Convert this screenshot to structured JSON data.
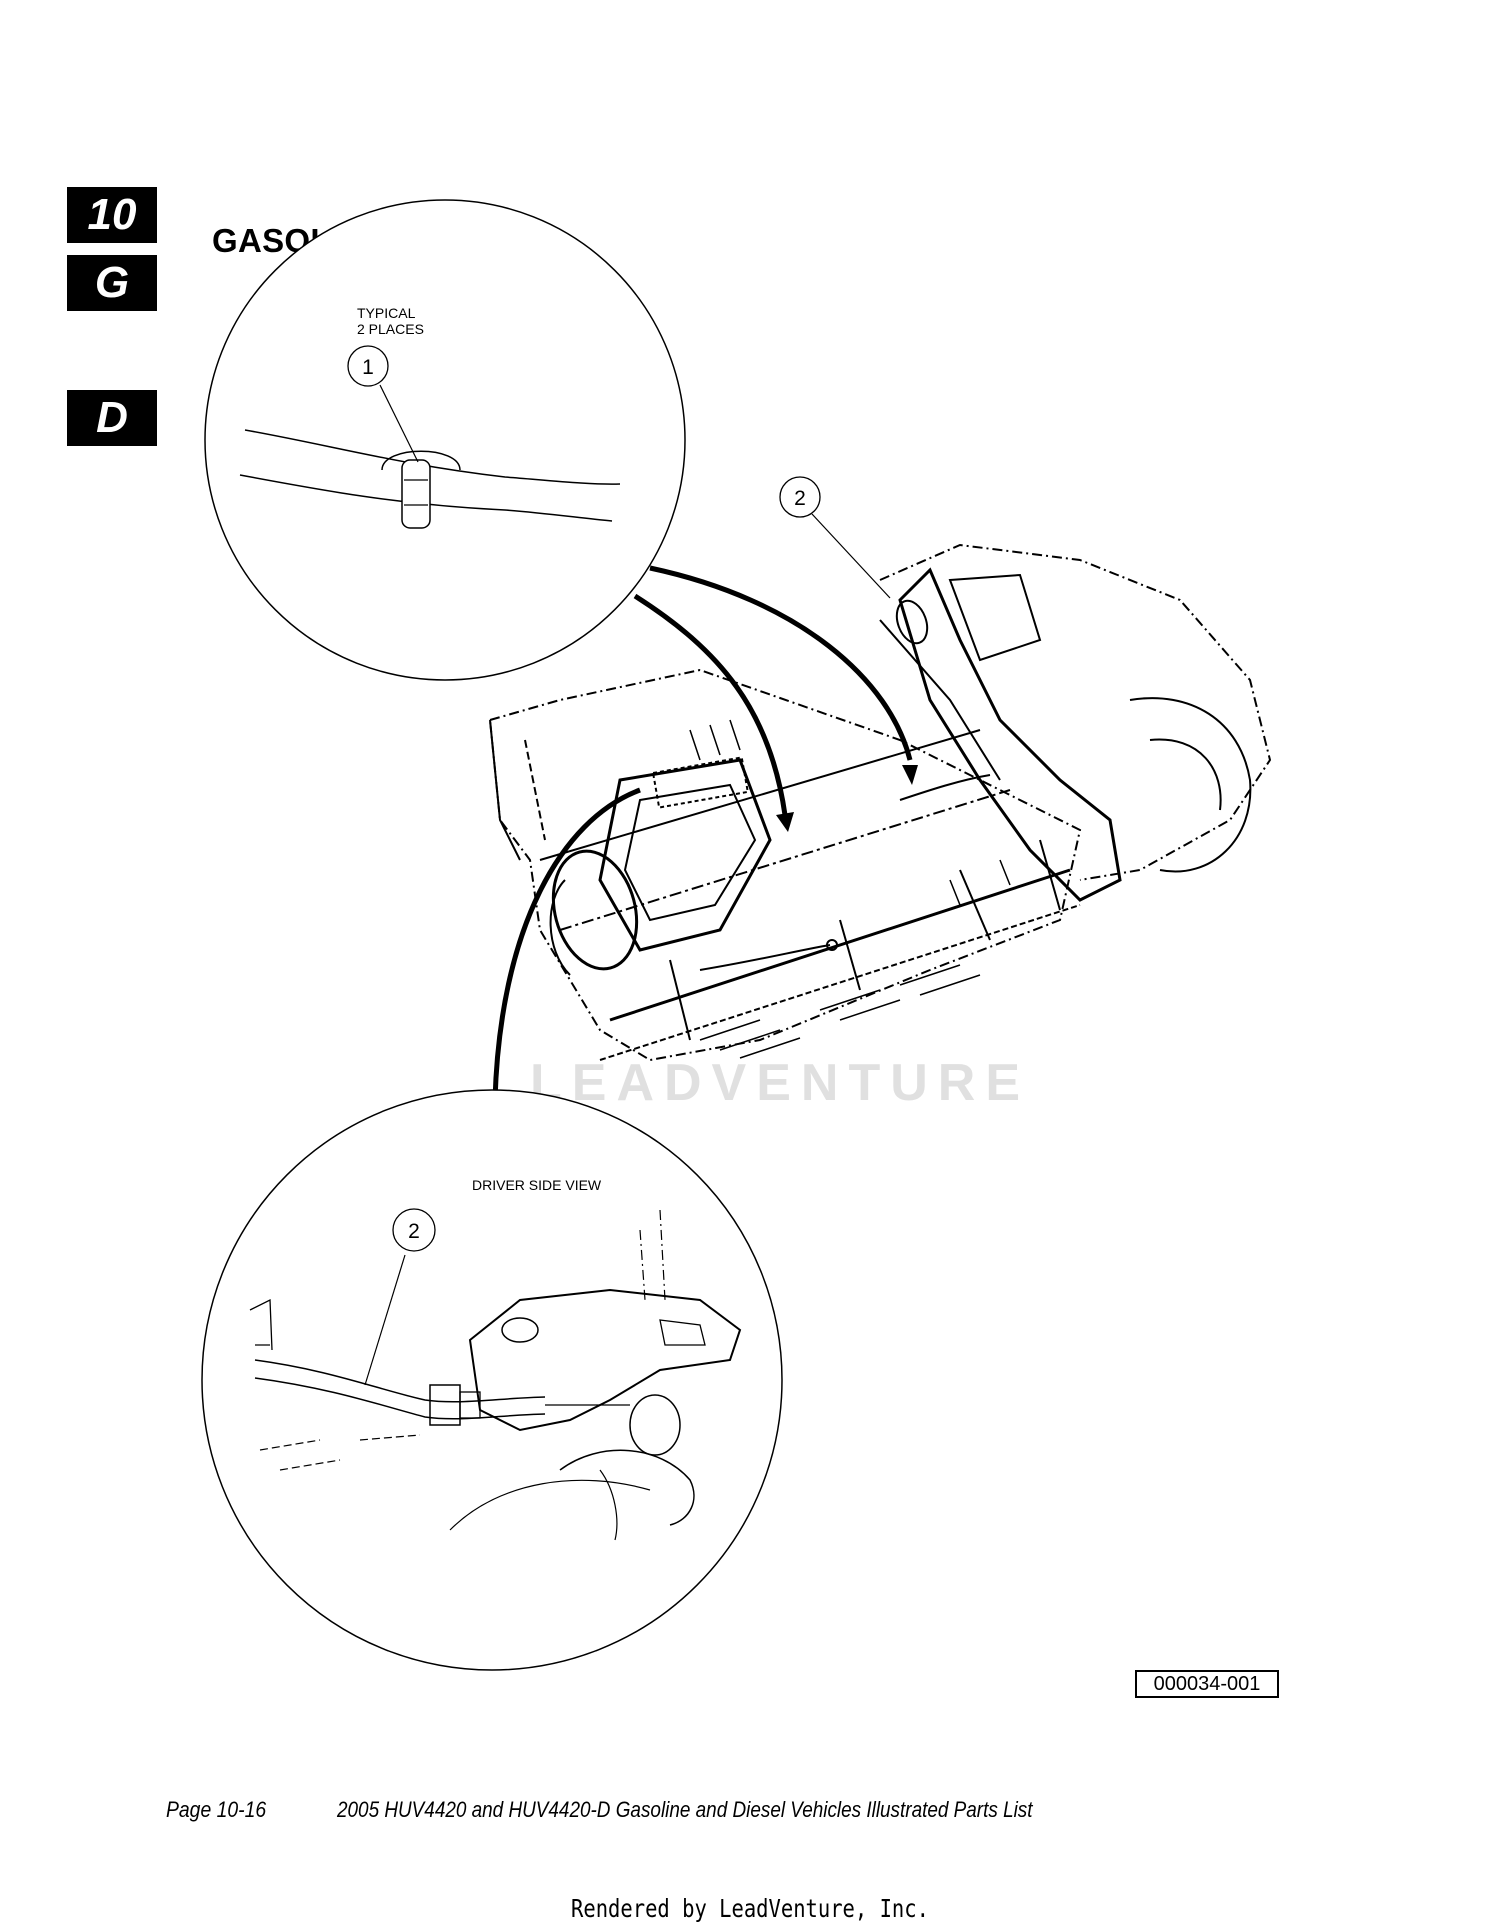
{
  "section_tabs": [
    {
      "label": "10"
    },
    {
      "label": "G"
    },
    {
      "label": "D"
    }
  ],
  "page_title": "GASOLINE VEHICLE",
  "callouts": {
    "detail_top_note_line1": "TYPICAL",
    "detail_top_note_line2": "2 PLACES",
    "detail_bottom_note": "DRIVER SIDE VIEW",
    "item_1": "1",
    "item_2_main": "2",
    "item_2_detail": "2"
  },
  "watermark": "LEADVENTURE",
  "figure_id": "000034-001",
  "footer": {
    "page": "Page 10-16",
    "document": "2005 HUV4420 and HUV4420-D Gasoline and Diesel Vehicles Illustrated Parts List",
    "rendered_by": "Rendered by LeadVenture, Inc."
  }
}
